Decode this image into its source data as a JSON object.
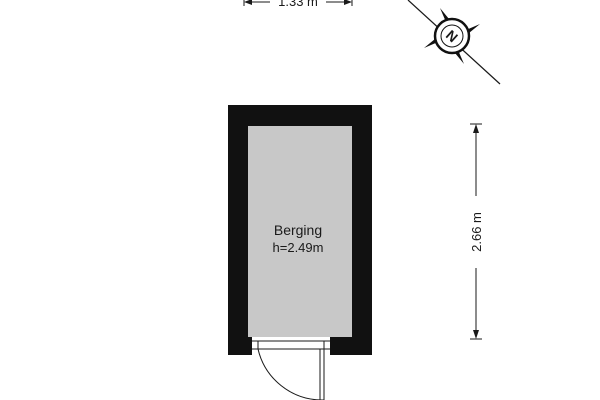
{
  "dimensions": {
    "width_label": "1.33 m",
    "height_label": "2.66 m"
  },
  "room": {
    "name": "Berging",
    "height": "h=2.49m"
  },
  "compass": {
    "label": "N"
  },
  "colors": {
    "wall": "#111111",
    "floor": "#c8c8c8",
    "line": "#1a1a1a",
    "background": "#ffffff"
  }
}
